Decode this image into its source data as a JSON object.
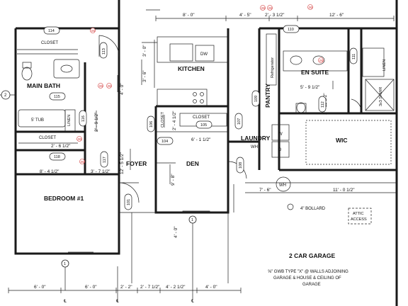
{
  "colors": {
    "wall": "#1a1a1a",
    "line": "#222222",
    "annotation": "#d03030"
  },
  "rooms": {
    "main_bath": "MAIN BATH",
    "kitchen": "KITCHEN",
    "en_suite": "EN SUITE",
    "pantry": "PANTRY",
    "laundry": "LAUNDRY",
    "wic": "WIC",
    "foyer": "FOYER",
    "den": "DEN",
    "bedroom": "BEDROOM #1",
    "garage": "2 CAR GARAGE"
  },
  "labels": {
    "closet_top": "CLOSET",
    "closet_bath": "CLOSET",
    "closet_den": "CLOSET",
    "closet_vert": "CLOSET",
    "linen_bath": "LINEN",
    "linen_suite": "LINEN",
    "tub": "5' TUB",
    "dw": "DW",
    "refrigerator": "Refrigerator",
    "washer": "W",
    "dryer": "D",
    "whf": "WHF",
    "wh": "WH",
    "bollard": "4\" BOLLARD",
    "attic_1": "ATTIC",
    "attic_2": "ACCESS",
    "shower": "3x3 SHWR",
    "garage_note_1": "⅝\" GWB TYPE \"X\" @ WALLS ADJOINING",
    "garage_note_2": "GARAGE & HOUSE & CEILING OF",
    "garage_note_3": "GARAGE"
  },
  "dims": {
    "top_8_0": "8' - 0\"",
    "top_4_5": "4' - 5\"",
    "top_2_3": "2' - 3 1/2\"",
    "top_12_6": "12' - 6\"",
    "kitchen_3_0": "3' - 0\"",
    "kitchen_3_6": "3' - 6\"",
    "hall_4_0": "4' - 0\"",
    "bath_2_9": "2' - 9 1/2\"",
    "bath_2_6": "2' - 6 1/2\"",
    "den_2_4": "2' - 4 1/2\"",
    "den_6_1": "6' - 1 1/2\"",
    "suite_5_9": "5' - 9 1/2\"",
    "suite_2_11": "2' - 11 1/2\"",
    "bed_8_4": "8' - 4 1/2\"",
    "bed_3_7": "3' - 7 1/2\"",
    "foyer_12_5": "12' - 5 1/2\"",
    "den_9_8": "9' - 8\"",
    "garage_7_6": "7' - 6\"",
    "garage_11_0": "11' - 0 1/2\"",
    "lower_4_0": "4' - 0\"",
    "bot_6_0a": "6' - 0\"",
    "bot_6_0b": "6' - 0\"",
    "bot_2_2": "2' - 2\"",
    "bot_2_7": "2' - 7 1/2\"",
    "bot_4_2": "4' - 2 1/2\"",
    "bot_4_0": "4' - 0\""
  },
  "tags": {
    "t114": "114",
    "t113": "113",
    "t115": "115",
    "t116": "116",
    "t117": "117",
    "t118": "118",
    "t110": "110",
    "t111": "111",
    "t109": "109",
    "t107": "107",
    "t112": "112",
    "t105": "105",
    "t104": "104",
    "t106": "106",
    "t108": "108",
    "t101": "101"
  },
  "markers": {
    "grid_2": "2",
    "grid_1a": "1",
    "grid_1b": "1",
    "cl": "℄"
  },
  "notes": {
    "red": "00"
  }
}
